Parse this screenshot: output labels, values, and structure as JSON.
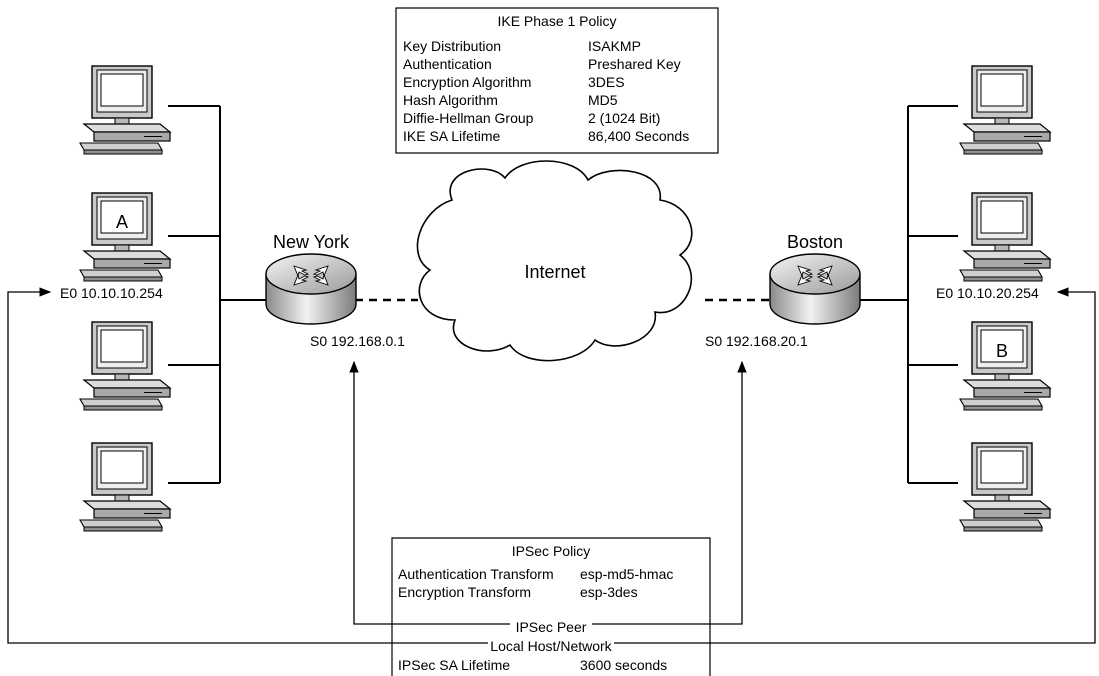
{
  "ike_policy": {
    "title": "IKE Phase 1 Policy",
    "rows": [
      {
        "key": "Key Distribution",
        "value": "ISAKMP"
      },
      {
        "key": "Authentication",
        "value": "Preshared Key"
      },
      {
        "key": "Encryption Algorithm",
        "value": "3DES"
      },
      {
        "key": "Hash Algorithm",
        "value": "MD5"
      },
      {
        "key": "Diffie-Hellman Group",
        "value": "2 (1024 Bit)"
      },
      {
        "key": "IKE SA Lifetime",
        "value": "86,400 Seconds"
      }
    ]
  },
  "routers": {
    "left": {
      "name": "New York",
      "serial": "S0 192.168.0.1",
      "ethernet": "E0 10.10.10.254"
    },
    "right": {
      "name": "Boston",
      "serial": "S0 192.168.20.1",
      "ethernet": "E0 10.10.20.254"
    }
  },
  "cloud_label": "Internet",
  "hosts": {
    "left_labeled": "A",
    "right_labeled": "B"
  },
  "ipsec_policy": {
    "title": "IPSec Policy",
    "rows": [
      {
        "key": "Authentication Transform",
        "value": "esp-md5-hmac"
      },
      {
        "key": "Encryption Transform",
        "value": "esp-3des"
      }
    ],
    "peer_label": "IPSec Peer",
    "local_label": "Local Host/Network",
    "lifetime": {
      "key": "IPSec SA Lifetime",
      "value": "3600 seconds"
    }
  },
  "icons": [
    "workstation-icon",
    "router-icon",
    "internet-cloud-icon",
    "arrow-icon"
  ]
}
